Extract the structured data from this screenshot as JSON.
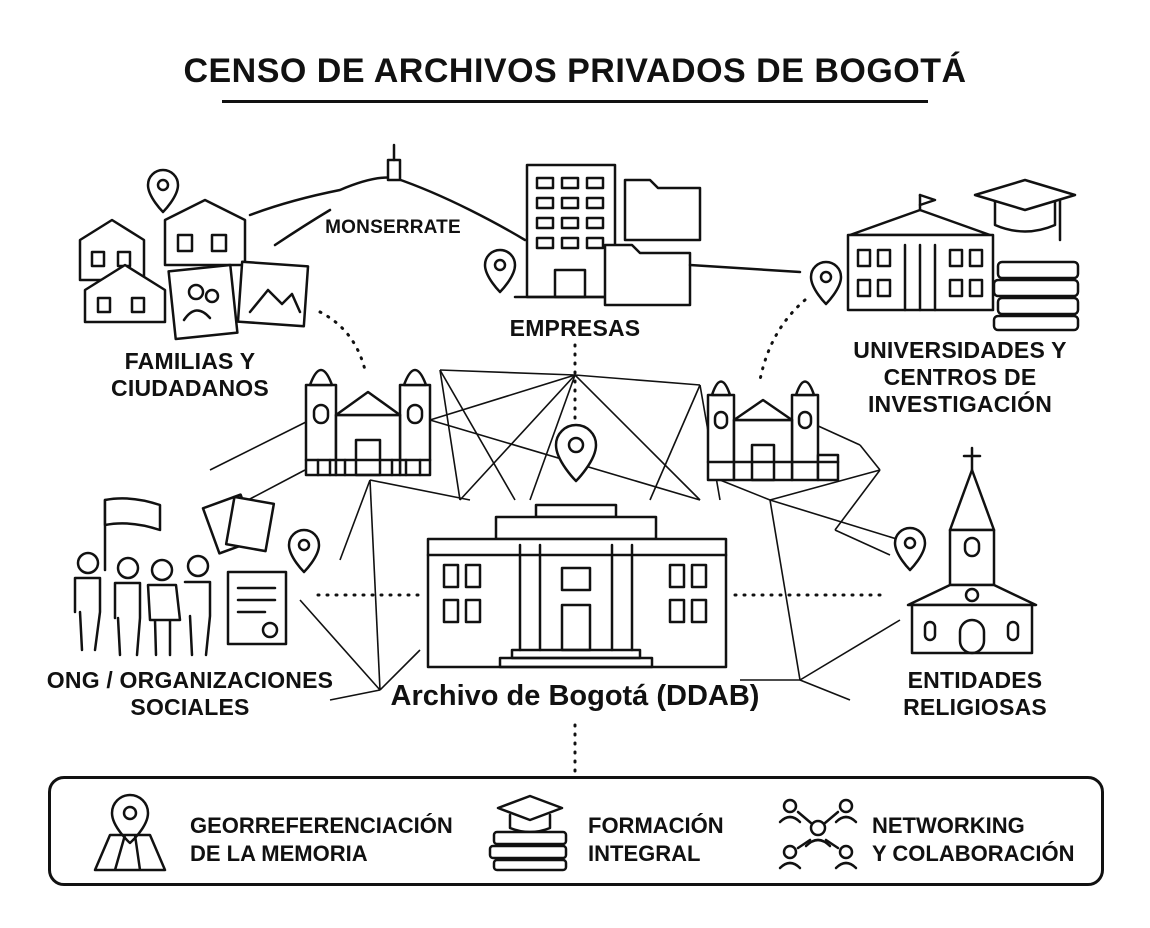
{
  "title": "CENSO DE ARCHIVOS PRIVADOS DE BOGOTÁ",
  "landmark": "MONSERRATE",
  "center": {
    "label": "Archivo de Bogotá (DDAB)"
  },
  "nodes": {
    "familias": [
      "FAMILIAS Y",
      "CIUDADANOS"
    ],
    "empresas": [
      "EMPRESAS"
    ],
    "universidades": [
      "UNIVERSIDADES Y",
      "CENTROS DE",
      "INVESTIGACIÓN"
    ],
    "ong": [
      "ONG / ORGANIZACIONES",
      "SOCIALES"
    ],
    "religiosas": [
      "ENTIDADES",
      "RELIGIOSAS"
    ]
  },
  "features": [
    {
      "icon": "map-pin-icon",
      "lines": [
        "GEORREFERENCIACIÓN",
        "DE LA MEMORIA"
      ]
    },
    {
      "icon": "graduation-books-icon",
      "lines": [
        "FORMACIÓN",
        "INTEGRAL"
      ]
    },
    {
      "icon": "network-people-icon",
      "lines": [
        "NETWORKING",
        "Y COLABORACIÓN"
      ]
    }
  ]
}
